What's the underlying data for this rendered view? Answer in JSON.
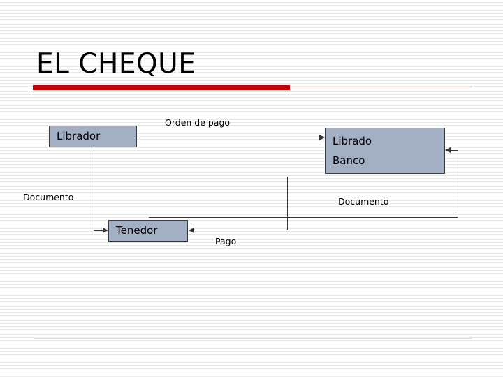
{
  "slide": {
    "title": "EL CHEQUE",
    "accent_color": "#c00000",
    "node_fill_color": "#a3b0c4",
    "node_border_color": "#3a3a3a",
    "connector_color": "#333333"
  },
  "diagram": {
    "nodes": [
      {
        "id": "librador",
        "label": "Librador"
      },
      {
        "id": "librado",
        "label_line1": "Librado",
        "label_line2": "Banco"
      },
      {
        "id": "tenedor",
        "label": "Tenedor"
      }
    ],
    "edges": [
      {
        "id": "orden-de-pago",
        "label": "Orden de pago",
        "from": "librador",
        "to": "librado"
      },
      {
        "id": "documento-izquierda",
        "label": "Documento",
        "from": "librador",
        "to": "tenedor"
      },
      {
        "id": "documento-derecha",
        "label": "Documento",
        "from": "tenedor",
        "to": "librado"
      },
      {
        "id": "pago",
        "label": "Pago",
        "from": "librado",
        "to": "tenedor"
      }
    ]
  }
}
